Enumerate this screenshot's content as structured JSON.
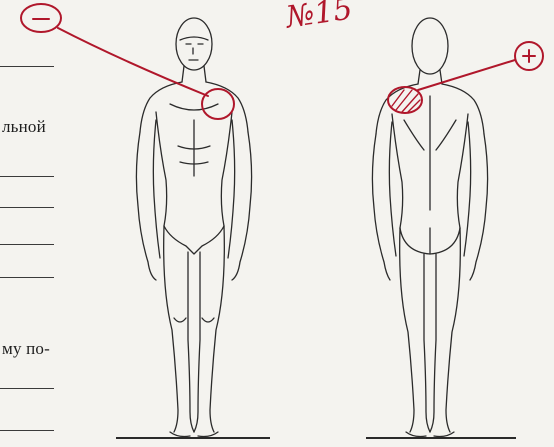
{
  "text_fragments": {
    "line1": "льной",
    "line2": "му по-"
  },
  "annotations": {
    "handwritten_note": "№15",
    "front_marker": "−",
    "back_marker": "+",
    "ink_color": "#b0172b"
  },
  "figures": {
    "front_label": "front-view",
    "back_label": "back-view"
  }
}
